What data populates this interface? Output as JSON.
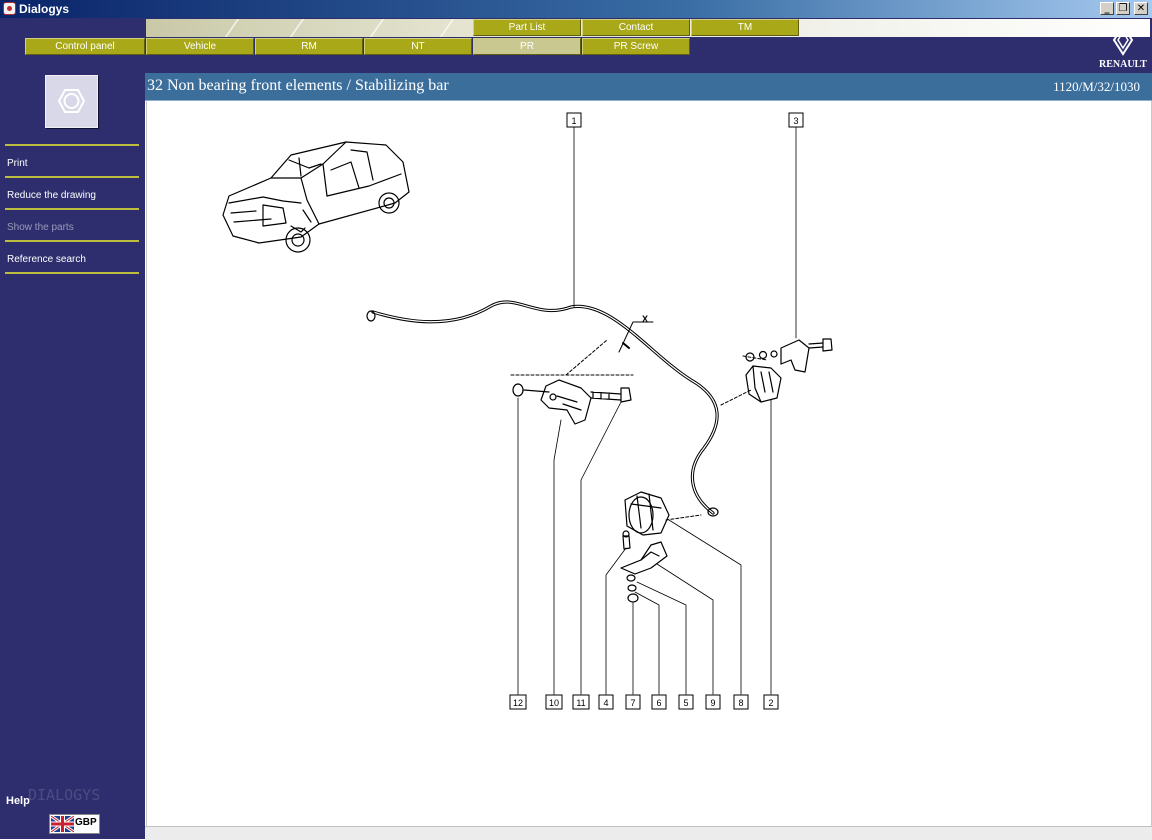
{
  "window": {
    "title": "Dialogys"
  },
  "nav": {
    "top_tabs": [
      {
        "label": "Part List",
        "key": "part-list"
      },
      {
        "label": "Contact",
        "key": "contact"
      },
      {
        "label": "TM",
        "key": "tm"
      }
    ],
    "main_tabs": [
      {
        "label": "Control panel",
        "key": "control-panel"
      },
      {
        "label": "Vehicle",
        "key": "vehicle"
      },
      {
        "label": "RM",
        "key": "rm"
      },
      {
        "label": "NT",
        "key": "nt"
      },
      {
        "label": "PR",
        "key": "pr",
        "active": true
      },
      {
        "label": "PR Screw",
        "key": "pr-screw"
      }
    ]
  },
  "brand": {
    "logo_text": "RENAULT"
  },
  "sidebar": {
    "items": [
      {
        "label": "Print",
        "enabled": true
      },
      {
        "label": "Reduce the drawing",
        "enabled": true
      },
      {
        "label": "Show the parts",
        "enabled": false
      },
      {
        "label": "Reference search",
        "enabled": true
      }
    ],
    "help_label": "Help",
    "watermark": "DIALOGYS",
    "currency": "GBP"
  },
  "page": {
    "title": "32 Non bearing front elements / Stabilizing bar",
    "reference": "1120/M/32/1030"
  },
  "drawing": {
    "section_mark": "X",
    "callouts": [
      "1",
      "3",
      "12",
      "10",
      "11",
      "4",
      "7",
      "6",
      "5",
      "9",
      "8",
      "2"
    ]
  },
  "colors": {
    "chrome": "#2e2e6e",
    "tab": "#a8a818",
    "tab_active": "#c8c890",
    "header": "#3c6e9c",
    "separator": "#bdbd40"
  }
}
